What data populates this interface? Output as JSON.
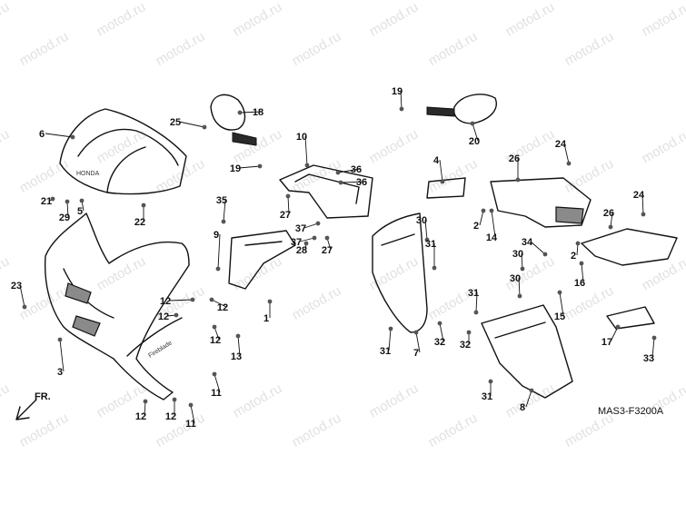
{
  "diagram_code": "MAS3-F3200A",
  "watermark": "motod.ru",
  "direction_marker": "FR.",
  "logos": {
    "windscreen_brand": "HONDA",
    "cowl_script": "Fireblade"
  },
  "callouts": [
    "1",
    "2",
    "3",
    "4",
    "5",
    "6",
    "7",
    "8",
    "9",
    "10",
    "11",
    "12",
    "13",
    "14",
    "15",
    "16",
    "17",
    "18",
    "19",
    "20",
    "21",
    "22",
    "23",
    "24",
    "25",
    "26",
    "27",
    "28",
    "29",
    "30",
    "31",
    "32",
    "33",
    "34",
    "35",
    "36",
    "37"
  ]
}
